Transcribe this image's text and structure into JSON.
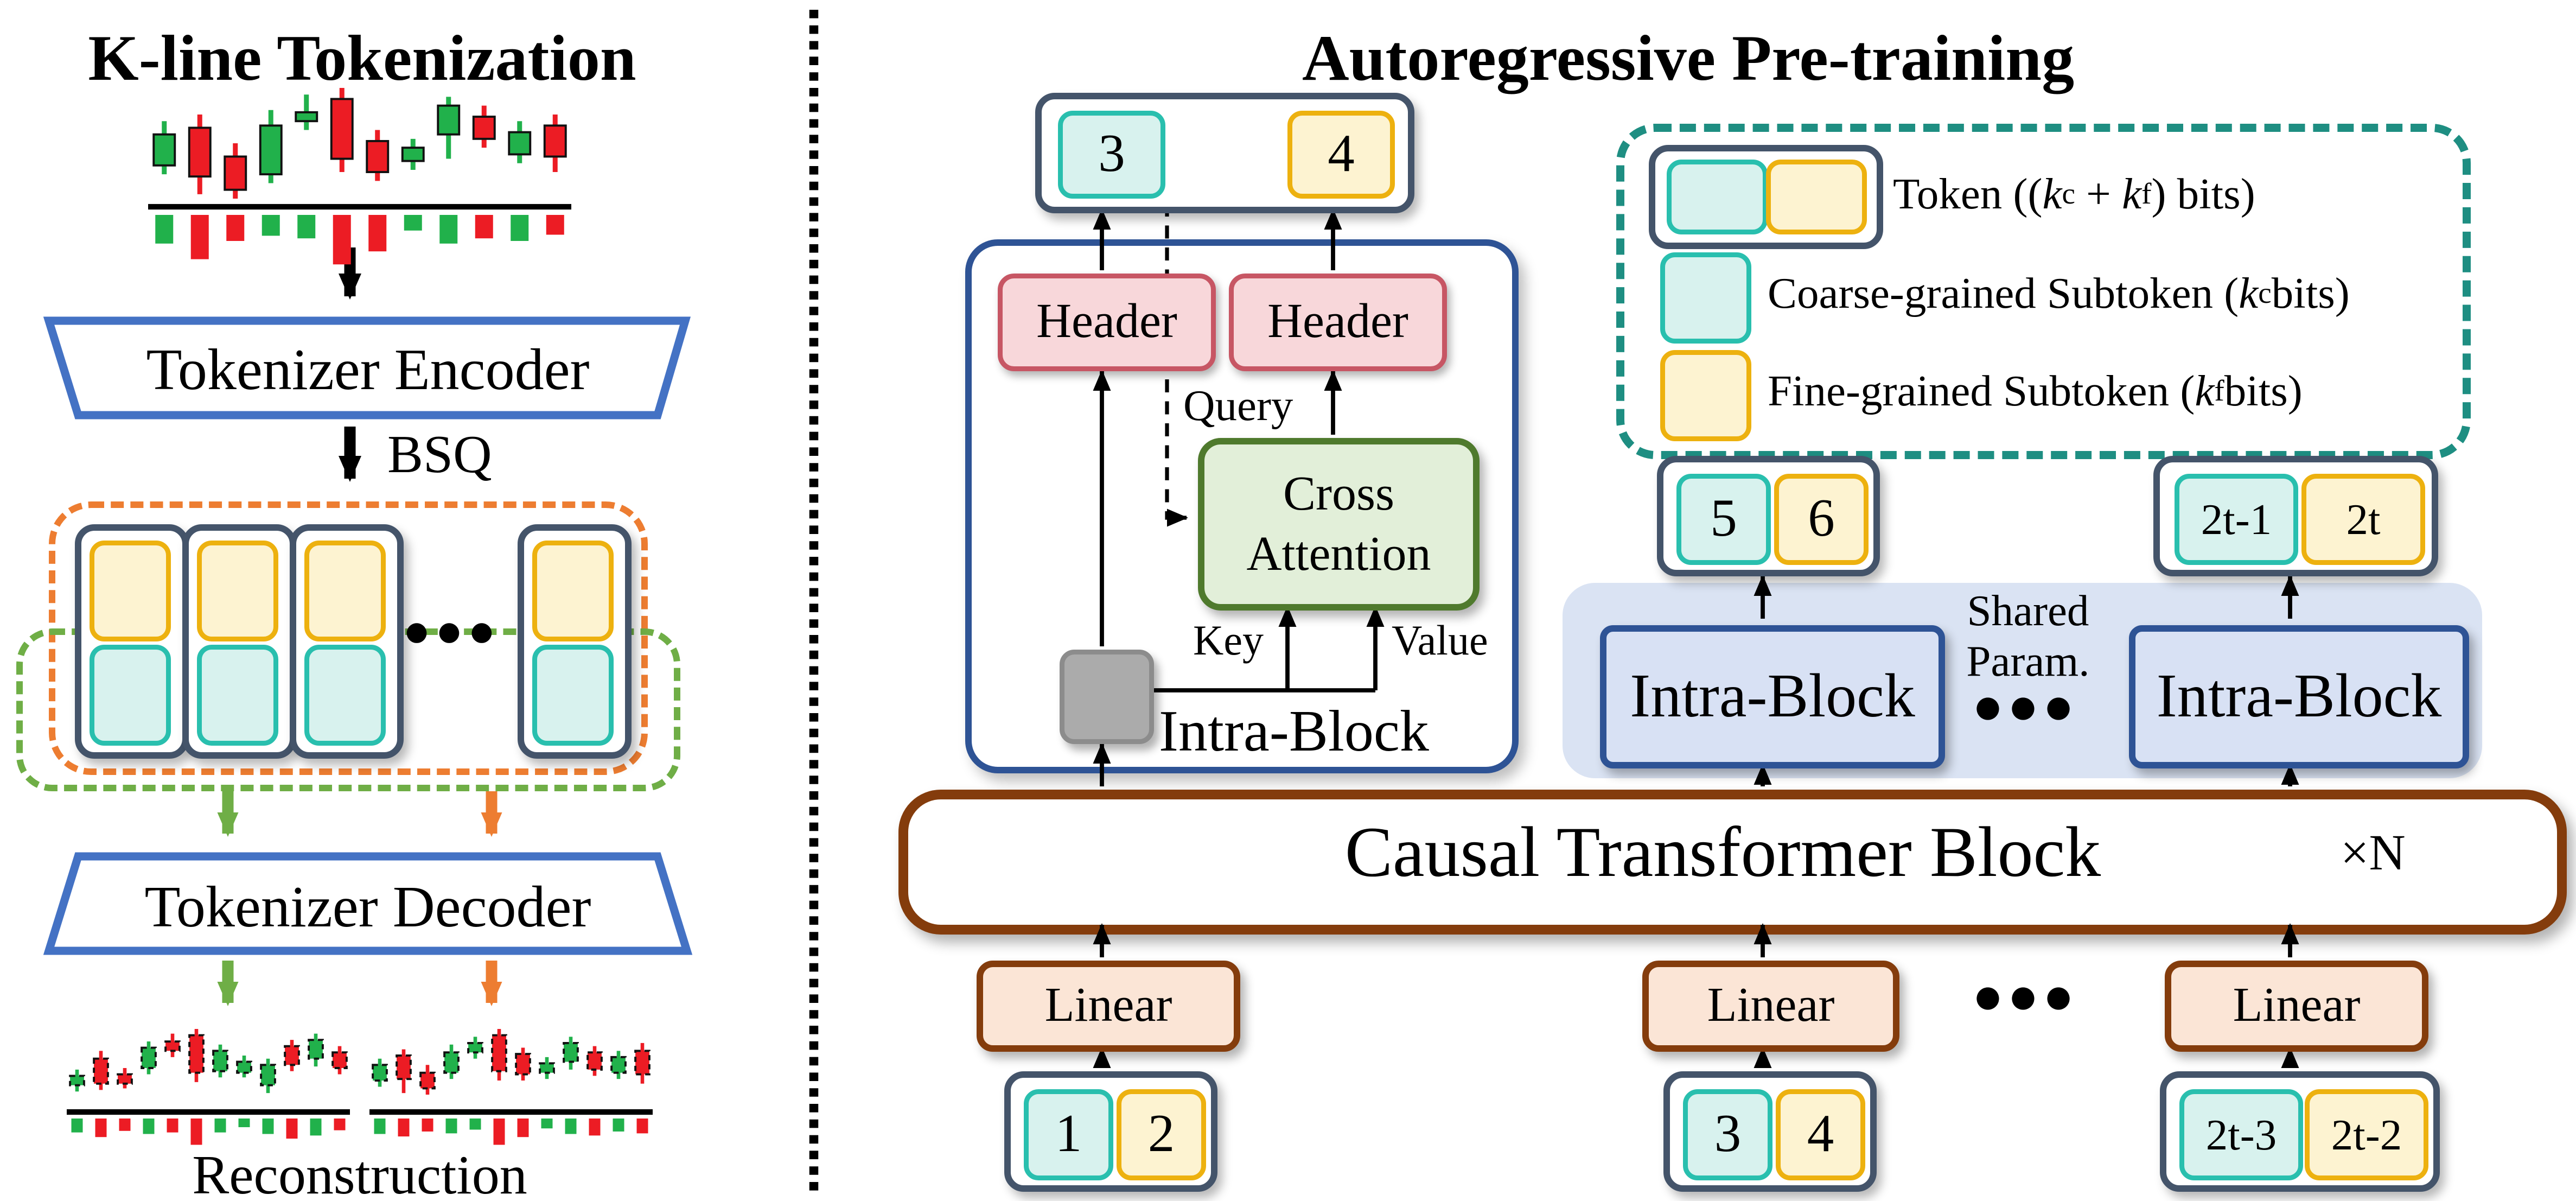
{
  "left": {
    "title": "K-line Tokenization",
    "encoder": "Tokenizer Encoder",
    "bsq": "BSQ",
    "decoder": "Tokenizer Decoder",
    "reconstruction": "Reconstruction",
    "ellipsis": "●●●"
  },
  "right": {
    "title": "Autoregressive Pre-training",
    "output_token": {
      "coarse": "3",
      "fine": "4"
    },
    "detail": {
      "header_left": "Header",
      "header_right": "Header",
      "ca_line1": "Cross",
      "ca_line2": "Attention",
      "query": "Query",
      "key": "Key",
      "value": "Value",
      "label": "Intra-Block"
    },
    "legend": {
      "token": {
        "pre": "Token ((",
        "k1": "k",
        "s1": "c",
        "plus": " + ",
        "k2": "k",
        "s2": "f",
        "post": ") bits)"
      },
      "coarse": {
        "pre": "Coarse-grained Subtoken (",
        "k": "k",
        "s": "c",
        "post": " bits)"
      },
      "fine": {
        "pre": "Fine-grained Subtoken (",
        "k": "k",
        "s": "f",
        "post": " bits)"
      }
    },
    "seq": {
      "token_left_coarse": "5",
      "token_left_fine": "6",
      "token_right_coarse": "2t-1",
      "token_right_fine": "2t",
      "intra_left": "Intra-Block",
      "intra_right": "Intra-Block",
      "shared_line1": "Shared",
      "shared_line2": "Param.",
      "dots": "●●●"
    },
    "causal": {
      "label": "Causal Transformer Block",
      "repeat": "×N"
    },
    "bottom": {
      "linear1": "Linear",
      "linear2": "Linear",
      "linear3": "Linear",
      "dots": "●●●",
      "tokens": [
        {
          "c": "1",
          "f": "2"
        },
        {
          "c": "3",
          "f": "4"
        },
        {
          "c": "2t-3",
          "f": "2t-2"
        }
      ]
    }
  },
  "colors": {
    "coarse_fill": "#d8f2ee",
    "coarse_border": "#29bfae",
    "fine_fill": "#fdf3d1",
    "fine_border": "#edb10f",
    "token_border": "#44546a",
    "orange_dash": "#ed7d31",
    "green_dash": "#6fae46",
    "teal_dash": "#1e8e82",
    "header_fill": "#f8d7da",
    "header_border": "#c75664",
    "attn_fill": "#e2efd9",
    "attn_border": "#4f7a2d",
    "intra_border": "#2e5395",
    "panel_fill": "#dae3f3",
    "causal_border": "#843c0c",
    "linear_fill": "#fbe5d6",
    "gray_fill": "#ababab",
    "gray_border": "#8c8c8c",
    "trapezoid_border": "#4472c4",
    "candle_up": "#21b14b",
    "candle_down": "#ec1c24",
    "arrow_black": "#000000"
  },
  "charts": {
    "top": {
      "candles": [
        {
          "c": "g",
          "wt": 30,
          "bt": 42,
          "bb": 70,
          "wb": 78,
          "v": 55
        },
        {
          "c": "r",
          "wt": 24,
          "bt": 36,
          "bb": 80,
          "wb": 96,
          "v": 85
        },
        {
          "c": "r",
          "wt": 50,
          "bt": 62,
          "bb": 92,
          "wb": 100,
          "v": 50
        },
        {
          "c": "g",
          "wt": 20,
          "bt": 34,
          "bb": 78,
          "wb": 86,
          "v": 40
        },
        {
          "c": "g",
          "wt": 6,
          "bt": 22,
          "bb": 30,
          "wb": 38,
          "v": 45
        },
        {
          "c": "r",
          "wt": 0,
          "bt": 10,
          "bb": 64,
          "wb": 76,
          "v": 95
        },
        {
          "c": "r",
          "wt": 38,
          "bt": 48,
          "bb": 76,
          "wb": 84,
          "v": 70
        },
        {
          "c": "g",
          "wt": 46,
          "bt": 54,
          "bb": 66,
          "wb": 74,
          "v": 30
        },
        {
          "c": "g",
          "wt": 8,
          "bt": 16,
          "bb": 42,
          "wb": 64,
          "v": 55
        },
        {
          "c": "r",
          "wt": 16,
          "bt": 26,
          "bb": 46,
          "wb": 54,
          "v": 45
        },
        {
          "c": "g",
          "wt": 30,
          "bt": 40,
          "bb": 60,
          "wb": 68,
          "v": 50
        },
        {
          "c": "r",
          "wt": 24,
          "bt": 34,
          "bb": 62,
          "wb": 76,
          "v": 38
        }
      ]
    },
    "recon_left": {
      "candles": [
        {
          "c": "g",
          "wt": 52,
          "bt": 60,
          "bb": 72,
          "wb": 80,
          "v": 45
        },
        {
          "c": "r",
          "wt": 28,
          "bt": 38,
          "bb": 70,
          "wb": 78,
          "v": 60
        },
        {
          "c": "r",
          "wt": 50,
          "bt": 58,
          "bb": 70,
          "wb": 76,
          "v": 40
        },
        {
          "c": "g",
          "wt": 16,
          "bt": 24,
          "bb": 50,
          "wb": 58,
          "v": 50
        },
        {
          "c": "r",
          "wt": 6,
          "bt": 16,
          "bb": 28,
          "wb": 36,
          "v": 45
        },
        {
          "c": "r",
          "wt": 0,
          "bt": 8,
          "bb": 56,
          "wb": 68,
          "v": 85
        },
        {
          "c": "g",
          "wt": 20,
          "bt": 28,
          "bb": 54,
          "wb": 62,
          "v": 45
        },
        {
          "c": "g",
          "wt": 34,
          "bt": 42,
          "bb": 56,
          "wb": 62,
          "v": 28
        },
        {
          "c": "g",
          "wt": 38,
          "bt": 46,
          "bb": 72,
          "wb": 82,
          "v": 50
        },
        {
          "c": "r",
          "wt": 14,
          "bt": 22,
          "bb": 46,
          "wb": 54,
          "v": 65
        },
        {
          "c": "g",
          "wt": 6,
          "bt": 14,
          "bb": 38,
          "wb": 48,
          "v": 55
        },
        {
          "c": "r",
          "wt": 22,
          "bt": 30,
          "bb": 50,
          "wb": 58,
          "v": 38
        }
      ]
    },
    "recon_right": {
      "candles": [
        {
          "c": "g",
          "wt": 38,
          "bt": 46,
          "bb": 66,
          "wb": 74,
          "v": 50
        },
        {
          "c": "r",
          "wt": 26,
          "bt": 34,
          "bb": 64,
          "wb": 82,
          "v": 58
        },
        {
          "c": "r",
          "wt": 46,
          "bt": 56,
          "bb": 76,
          "wb": 84,
          "v": 42
        },
        {
          "c": "g",
          "wt": 20,
          "bt": 30,
          "bb": 56,
          "wb": 64,
          "v": 48
        },
        {
          "c": "g",
          "wt": 10,
          "bt": 18,
          "bb": 30,
          "wb": 38,
          "v": 36
        },
        {
          "c": "r",
          "wt": 0,
          "bt": 8,
          "bb": 54,
          "wb": 66,
          "v": 85
        },
        {
          "c": "r",
          "wt": 24,
          "bt": 32,
          "bb": 58,
          "wb": 66,
          "v": 60
        },
        {
          "c": "g",
          "wt": 36,
          "bt": 44,
          "bb": 56,
          "wb": 64,
          "v": 32
        },
        {
          "c": "g",
          "wt": 10,
          "bt": 18,
          "bb": 42,
          "wb": 52,
          "v": 50
        },
        {
          "c": "r",
          "wt": 22,
          "bt": 30,
          "bb": 52,
          "wb": 60,
          "v": 55
        },
        {
          "c": "g",
          "wt": 28,
          "bt": 36,
          "bb": 56,
          "wb": 64,
          "v": 42
        },
        {
          "c": "r",
          "wt": 18,
          "bt": 28,
          "bb": 58,
          "wb": 70,
          "v": 48
        }
      ]
    }
  }
}
